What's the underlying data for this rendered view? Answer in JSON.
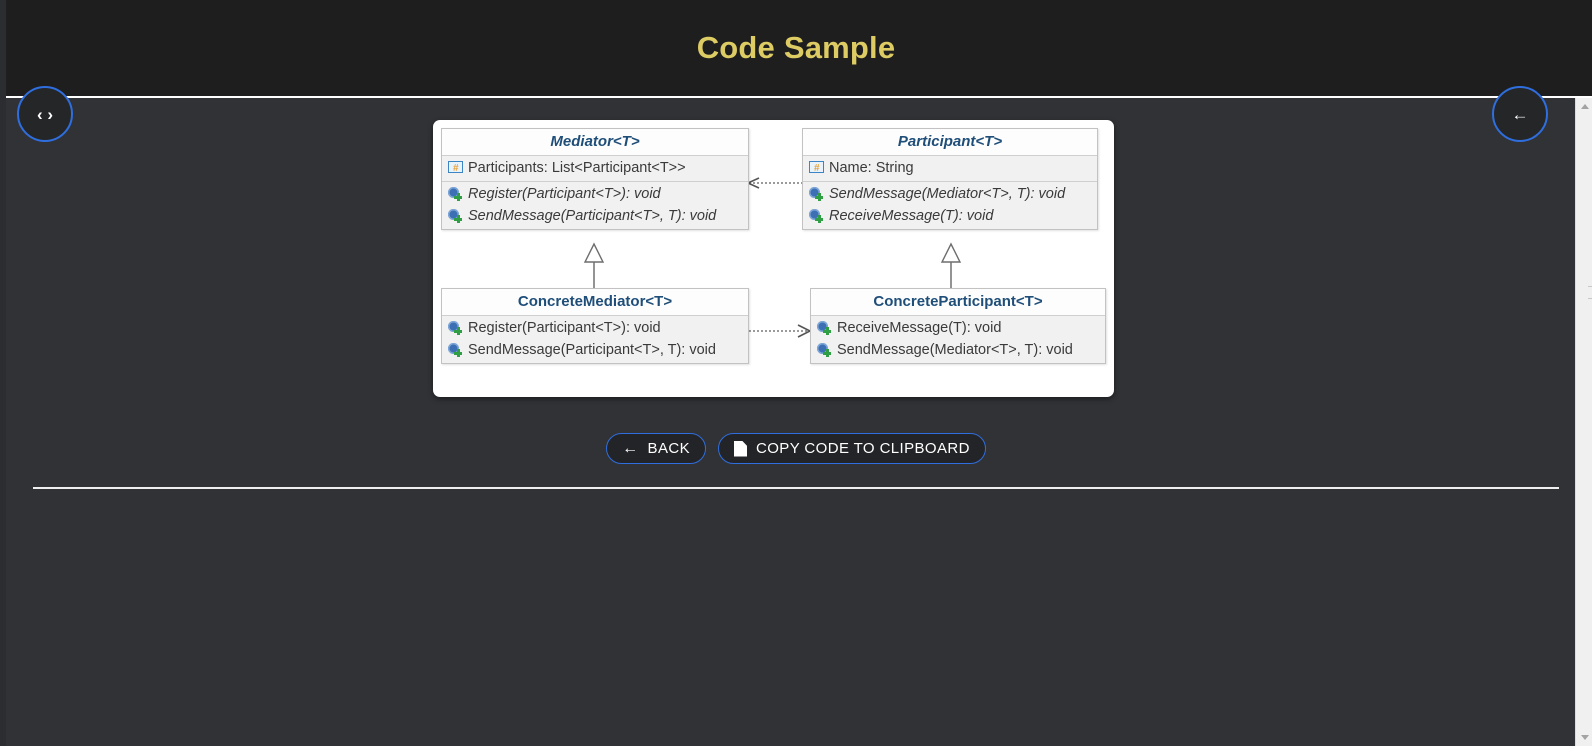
{
  "header": {
    "title": "Code Sample",
    "title_color": "#ddcb63",
    "background": "#1e1e1e"
  },
  "floating_buttons": [
    {
      "name": "code-toggle",
      "glyph": "‹ ›",
      "position": "top-left"
    },
    {
      "name": "back-arrow",
      "glyph": "←",
      "position": "top-right"
    }
  ],
  "diagram": {
    "type": "uml-class-diagram",
    "pattern": "Mediator",
    "classes": [
      {
        "id": "mediator",
        "name": "Mediator<T>",
        "abstract": true,
        "properties": [
          {
            "icon": "property-icon",
            "text": "Participants: List<Participant<T>>"
          }
        ],
        "methods": [
          {
            "icon": "method-icon",
            "text": "Register(Participant<T>): void",
            "abstract": true
          },
          {
            "icon": "method-icon",
            "text": "SendMessage(Participant<T>, T): void",
            "abstract": true
          }
        ]
      },
      {
        "id": "participant",
        "name": "Participant<T>",
        "abstract": true,
        "properties": [
          {
            "icon": "property-icon",
            "text": "Name: String"
          }
        ],
        "methods": [
          {
            "icon": "method-icon",
            "text": "SendMessage(Mediator<T>, T): void",
            "abstract": true
          },
          {
            "icon": "method-icon",
            "text": "ReceiveMessage(T): void",
            "abstract": true
          }
        ]
      },
      {
        "id": "concrete-mediator",
        "name": "ConcreteMediator<T>",
        "abstract": false,
        "properties": [],
        "methods": [
          {
            "icon": "method-icon",
            "text": "Register(Participant<T>): void",
            "abstract": false
          },
          {
            "icon": "method-icon",
            "text": "SendMessage(Participant<T>, T): void",
            "abstract": false
          }
        ]
      },
      {
        "id": "concrete-participant",
        "name": "ConcreteParticipant<T>",
        "abstract": false,
        "properties": [],
        "methods": [
          {
            "icon": "method-icon",
            "text": "ReceiveMessage(T): void",
            "abstract": false
          },
          {
            "icon": "method-icon",
            "text": "SendMessage(Mediator<T>, T): void",
            "abstract": false
          }
        ]
      }
    ],
    "relationships": [
      {
        "from": "participant",
        "to": "mediator",
        "style": "dependency",
        "line": "dotted",
        "arrow": "open-left"
      },
      {
        "from": "concrete-mediator",
        "to": "mediator",
        "style": "inheritance",
        "line": "solid",
        "arrow": "hollow-triangle-up"
      },
      {
        "from": "concrete-participant",
        "to": "participant",
        "style": "inheritance",
        "line": "solid",
        "arrow": "hollow-triangle-up"
      },
      {
        "from": "concrete-mediator",
        "to": "concrete-participant",
        "style": "dependency",
        "line": "dotted",
        "arrow": "open-right"
      }
    ]
  },
  "actions": {
    "back_label": "BACK",
    "back_icon": "←",
    "copy_label": "COPY CODE TO CLIPBOARD",
    "copy_icon": "document-icon",
    "accent_color": "#2f6ede"
  },
  "scrollbar": {
    "up_arrow": "▲",
    "down_arrow": "▼",
    "orientation": "vertical"
  }
}
